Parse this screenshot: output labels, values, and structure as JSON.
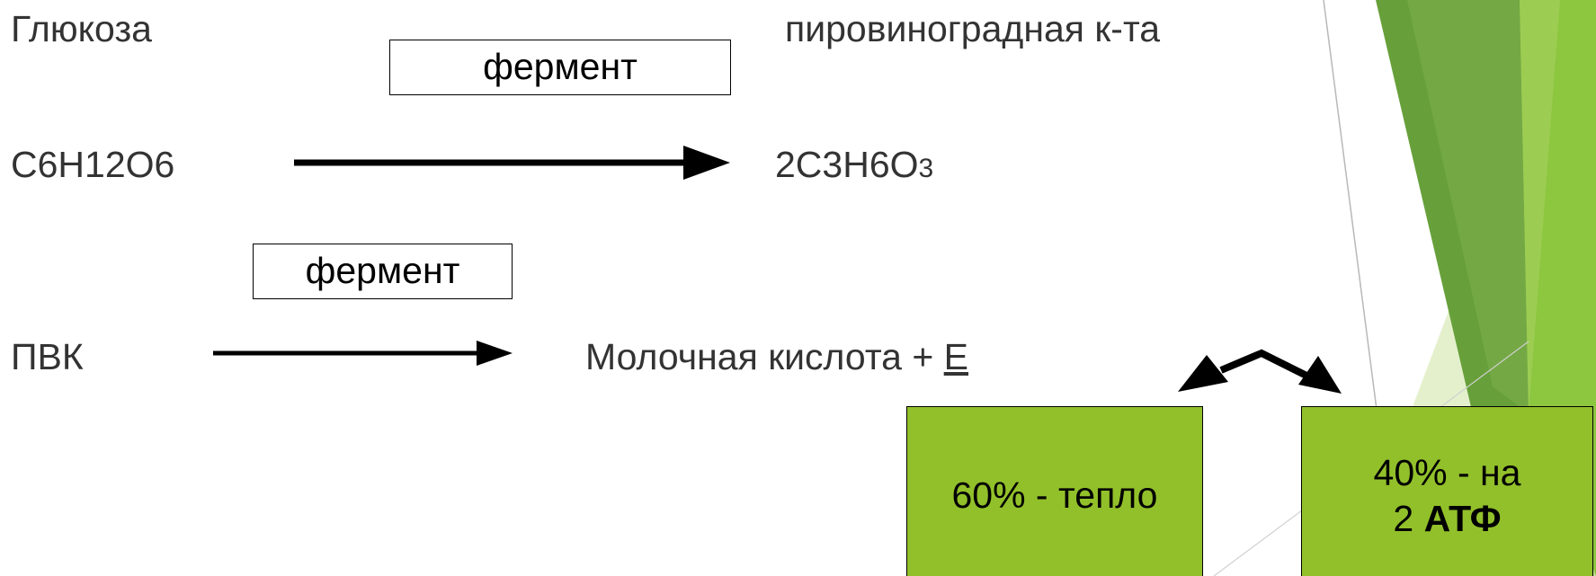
{
  "colors": {
    "box_fill": "#92c02a",
    "text": "#333333",
    "deco_green_1": "#8dc63f",
    "deco_green_2": "#67a03a",
    "deco_green_3": "#c6e09a",
    "deco_green_4": "#e4f0cc"
  },
  "reaction1": {
    "reactant_name": "Глюкоза",
    "product_name": "пировиноградная к-та",
    "enzyme_label": "фермент",
    "reactant_formula": "C6H12O6",
    "product_formula_main": "2C3H6O",
    "product_formula_sub": "3"
  },
  "reaction2": {
    "enzyme_label": "фермент",
    "reactant": "ПВК",
    "product_text": "Молочная кислота + ",
    "energy_symbol": "Е"
  },
  "energy_split": {
    "heat_label": "60% - тепло",
    "atp_line1": "40% - на",
    "atp_line2_prefix": "2 ",
    "atp_line2_bold": "АТФ"
  }
}
